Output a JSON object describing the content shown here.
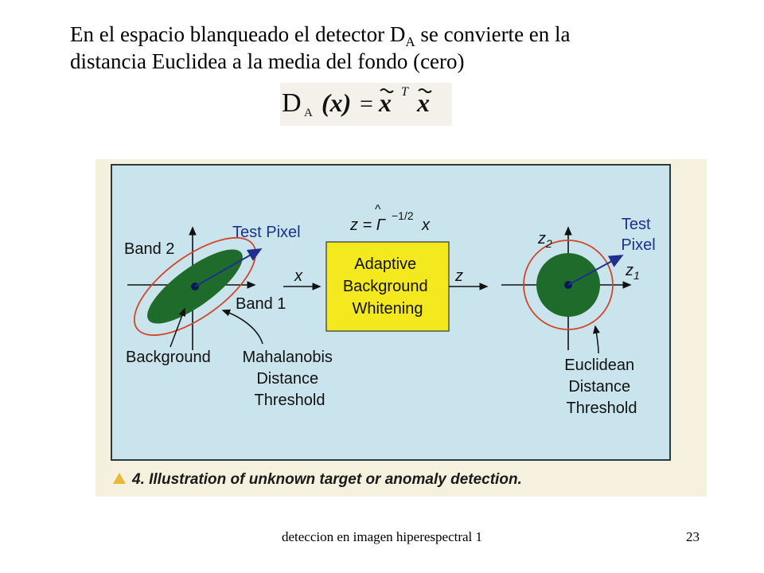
{
  "slide": {
    "heading_part1": "En el espacio blanqueado el detector D",
    "heading_sub": "A",
    "heading_part2": " se convierte en la",
    "heading_line2": "distancia Euclidea a la media del fondo (cero)",
    "formula": {
      "lhs": "D",
      "lhs_sub": "A",
      "arg": "(x)",
      "equals": "=",
      "rhs": "x",
      "sup": "T",
      "rhs2": "x"
    }
  },
  "diagram": {
    "left": {
      "axis_label_y": "Band 2",
      "axis_label_x": "Band 1",
      "test_pixel": "Test Pixel",
      "background": "Background",
      "threshold_lines": [
        "Mahalanobis",
        "Distance",
        "Threshold"
      ]
    },
    "input_label": "x",
    "transform_formula": "z = Γ",
    "transform_hat": "^",
    "transform_exp": "−1/2",
    "transform_var": "x",
    "box_lines": [
      "Adaptive",
      "Background",
      "Whitening"
    ],
    "output_label": "z",
    "right": {
      "axis_label_y": "z",
      "axis_label_y_sub": "2",
      "axis_label_x": "z",
      "axis_label_x_sub": "1",
      "test_pixel_lines": [
        "Test",
        "Pixel"
      ],
      "threshold_lines": [
        "Euclidean",
        "Distance",
        "Threshold"
      ]
    },
    "caption": "4. Illustration of unknown target or anomaly detection.",
    "colors": {
      "panel": "#c9e4ec",
      "panel_border": "#2a3a40",
      "ellipse_fill": "#1f6b2c",
      "threshold_ring": "#d2452c",
      "box_fill": "#f4e81e",
      "label_blue": "#1f2f8c",
      "caption_triangle": "#e8b838"
    }
  },
  "footer": {
    "title": "deteccion en imagen hiperespectral 1",
    "page": "23"
  }
}
